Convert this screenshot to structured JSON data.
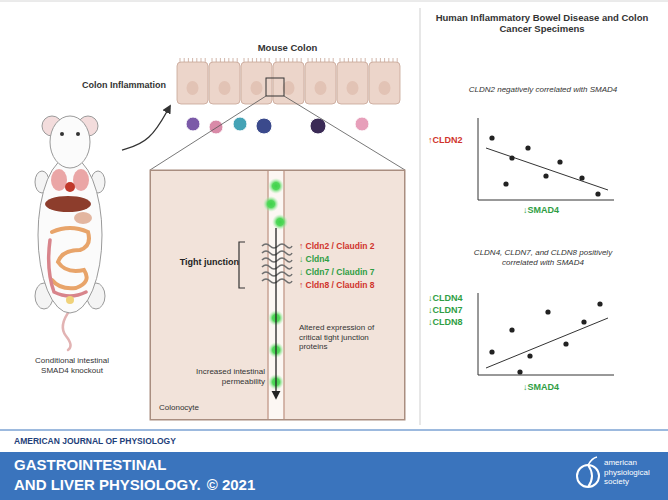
{
  "diagram": {
    "nodes": [
      {
        "text": [
          "Mouse Colon"
        ]
      },
      {
        "text": [
          "Conditional intestinal SMAD4 knockout"
        ]
      },
      {
        "text": [
          "Tight junction",
          "↑ Cldn2 / Claudin 2",
          "↓ Cldn4",
          "↓ Cldn7 / Claudin 7",
          "↑ Cldn8 / Claudin 8",
          "Altered expression of critical tight junction proteins",
          "Increased intestinal permeability",
          "Colonocyte"
        ]
      },
      {
        "text": [
          "CLDN2 negatively correlated with SMAD4",
          "↑CLDN2",
          "↓SMAD4"
        ]
      },
      {
        "text": [
          "CLDN4, CLDN7, and CLDN8 positively correlated with SMAD4",
          "↓CLDN4 ↓CLDN7 ↓CLDN8",
          "↓SMAD4"
        ]
      }
    ],
    "edges": [
      {
        "from": 1,
        "to": 0,
        "label": "Colon Inflammation",
        "arrow": "to"
      }
    ],
    "labels": [
      "Human Inflammatory Bowel Disease and Colon Cancer Specimens",
      "AMERICAN JOURNAL OF PHYSIOLOGY",
      "GASTROINTESTINAL",
      "AND LIVER PHYSIOLOGY.",
      "© 2021",
      "american physiological society"
    ]
  }
}
